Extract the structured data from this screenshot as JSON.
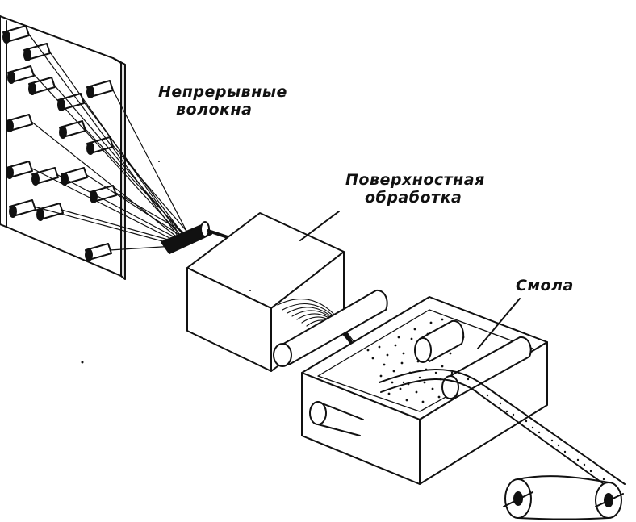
{
  "labels": {
    "continuous_fibers_line1": "Непрерывные",
    "continuous_fibers_line2": "волокна",
    "surface_treatment_line1": "Поверхностная",
    "surface_treatment_line2": "обработка",
    "resin": "Смола"
  },
  "colors": {
    "ink": "#111111",
    "paper": "#ffffff"
  }
}
